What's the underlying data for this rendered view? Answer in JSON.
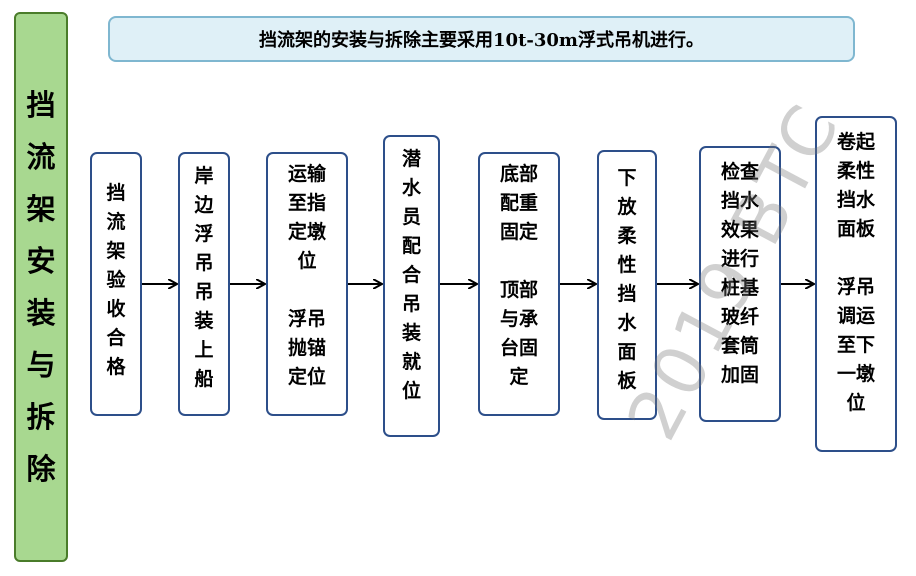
{
  "side_title": [
    "挡",
    "流",
    "架",
    "安",
    "装",
    "与",
    "拆",
    "除"
  ],
  "banner": "挡流架的安装与拆除主要采用10t-30m浮式吊机进行。",
  "steps": [
    "挡\n流\n架\n验\n收\n合\n格",
    "岸\n边\n浮\n吊\n吊\n装\n上\n船",
    "运输\n至指\n定墩\n位\n\n浮吊\n抛锚\n定位",
    "潜\n水\n员\n配\n合\n吊\n装\n就\n位",
    "底部\n配重\n固定\n\n顶部\n与承\n台固\n定",
    "下\n放\n柔\n性\n挡\n水\n面\n板",
    "检查\n挡水\n效果\n进行\n桩基\n玻纤\n套筒\n加固",
    "卷起\n柔性\n挡水\n面板\n\n浮吊\n调运\n至下\n一墩\n位"
  ],
  "watermark": "2019 BTC"
}
